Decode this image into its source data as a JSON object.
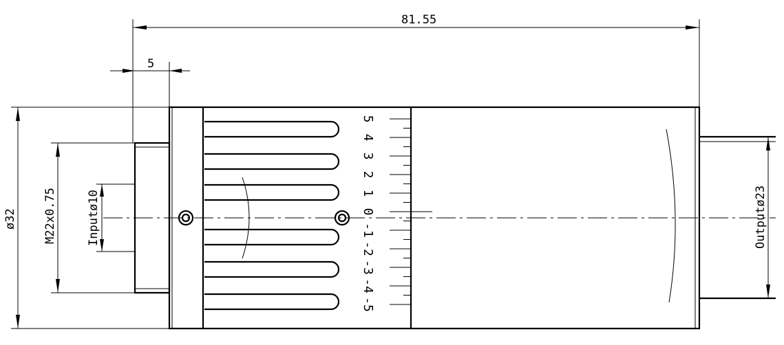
{
  "dimensions": {
    "overall_length": "81.55",
    "input_thread_length": "5",
    "body_diameter": "ø32",
    "thread": "M22x0.75",
    "input_diameter": "Inputø10",
    "output_diameter": "Outputø23"
  },
  "focus_scale": {
    "labels": [
      "5",
      "4",
      "3",
      "2",
      "1",
      "0",
      "-1",
      "-2",
      "-3",
      "-4",
      "-5"
    ]
  }
}
